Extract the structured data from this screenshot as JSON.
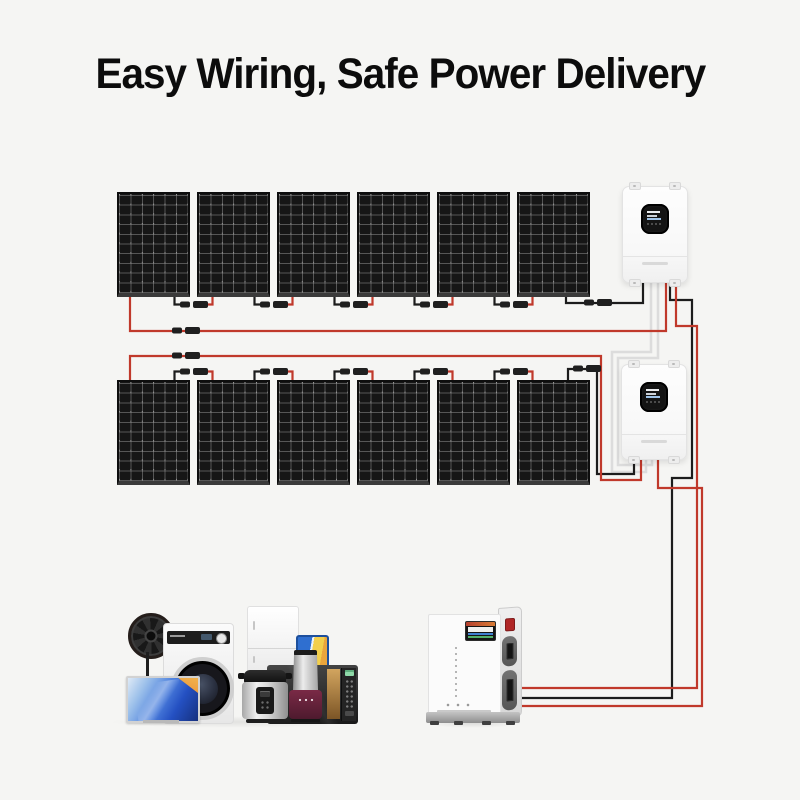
{
  "title": "Easy Wiring, Safe Power Delivery",
  "colors": {
    "background": "#f5f5f3",
    "title_text": "#0c0c0c",
    "wire_red": "#c0392b",
    "wire_black": "#1c1c1c",
    "wire_white": "#dcdcdc",
    "panel_dark": "#161616",
    "connector_dark": "#1f1f1f",
    "inverter_body": "#fbfbfb",
    "battery_body": "#fbfbfb",
    "battery_switch_red": "#b02626"
  },
  "diagram": {
    "solar_array": {
      "rows": 2,
      "panels_per_row": 6,
      "total_panels": 12,
      "cell_columns": 6,
      "cell_rows": 10
    },
    "inverters": [
      {
        "id": "inverter-1",
        "type": "hybrid-inverter",
        "screen": "lcd-display"
      },
      {
        "id": "inverter-2",
        "type": "hybrid-inverter",
        "screen": "lcd-display"
      }
    ],
    "battery": {
      "id": "battery-storage",
      "ports": 2,
      "has_display": true,
      "has_power_switch": true
    },
    "wiring": {
      "series_connectors_row_1": 5,
      "series_connectors_row_2": 5,
      "inline_connector_pairs": 4,
      "wire_colors": [
        "red",
        "black",
        "white"
      ]
    },
    "appliances": [
      {
        "id": "standing-fan"
      },
      {
        "id": "television"
      },
      {
        "id": "washing-machine"
      },
      {
        "id": "refrigerator"
      },
      {
        "id": "tablet"
      },
      {
        "id": "microwave-oven"
      },
      {
        "id": "pressure-cooker"
      },
      {
        "id": "blender"
      }
    ]
  }
}
